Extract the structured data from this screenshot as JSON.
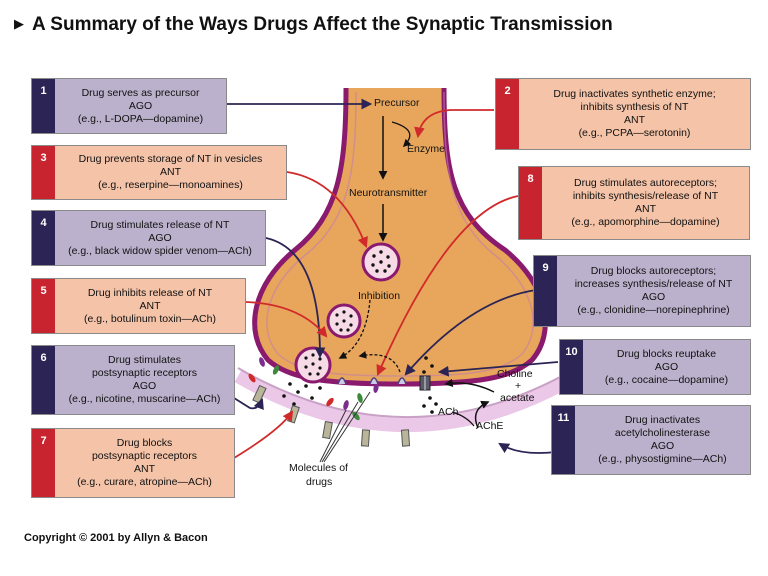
{
  "title": "A Summary of the Ways Drugs Affect the Synaptic Transmission",
  "copyright": "Copyright © 2001 by Allyn & Bacon",
  "colors": {
    "agonist_box": "#bcb1cc",
    "antagonist_box": "#f4c3a8",
    "agonist_number": "#2c2454",
    "antagonist_number": "#c7242f",
    "terminal": "#e7a65c",
    "membrane": "#8a1a6e"
  },
  "boxes": [
    {
      "num": "1",
      "lines": [
        "Drug serves as precursor",
        "AGO",
        "(e.g., L-DOPA—dopamine)"
      ]
    },
    {
      "num": "2",
      "lines": [
        "Drug inactivates synthetic enzyme;",
        "inhibits synthesis of NT",
        "ANT",
        "(e.g., PCPA—serotonin)"
      ]
    },
    {
      "num": "3",
      "lines": [
        "Drug prevents storage of NT in vesicles",
        "ANT",
        "(e.g., reserpine—monoamines)"
      ]
    },
    {
      "num": "4",
      "lines": [
        "Drug stimulates release of NT",
        "AGO",
        "(e.g., black widow spider venom—ACh)"
      ]
    },
    {
      "num": "5",
      "lines": [
        "Drug inhibits release of NT",
        "ANT",
        "(e.g., botulinum toxin—ACh)"
      ]
    },
    {
      "num": "6",
      "lines": [
        "Drug stimulates",
        "postsynaptic receptors",
        "AGO",
        "(e.g., nicotine, muscarine—ACh)"
      ]
    },
    {
      "num": "7",
      "lines": [
        "Drug blocks",
        "postsynaptic receptors",
        "ANT",
        "(e.g., curare, atropine—ACh)"
      ]
    },
    {
      "num": "8",
      "lines": [
        "Drug stimulates autoreceptors;",
        "inhibits synthesis/release of NT",
        "ANT",
        "(e.g., apomorphine—dopamine)"
      ]
    },
    {
      "num": "9",
      "lines": [
        "Drug blocks autoreceptors;",
        "increases synthesis/release of NT",
        "AGO",
        "(e.g., clonidine—norepinephrine)"
      ]
    },
    {
      "num": "10",
      "lines": [
        "Drug blocks reuptake",
        "AGO",
        "(e.g., cocaine—dopamine)"
      ]
    },
    {
      "num": "11",
      "lines": [
        "Drug inactivates",
        "acetylcholinesterase",
        "AGO",
        "(e.g., physostigmine—ACh)"
      ]
    }
  ],
  "labels": {
    "precursor": "Precursor",
    "enzyme": "Enzyme",
    "neurotransmitter": "Neurotransmitter",
    "inhibition": "Inhibition",
    "choline": "Choline",
    "plus": "+",
    "acetate": "acetate",
    "ach": "ACh",
    "ache": "AChE",
    "molecules_line1": "Molecules of",
    "molecules_line2": "drugs"
  }
}
